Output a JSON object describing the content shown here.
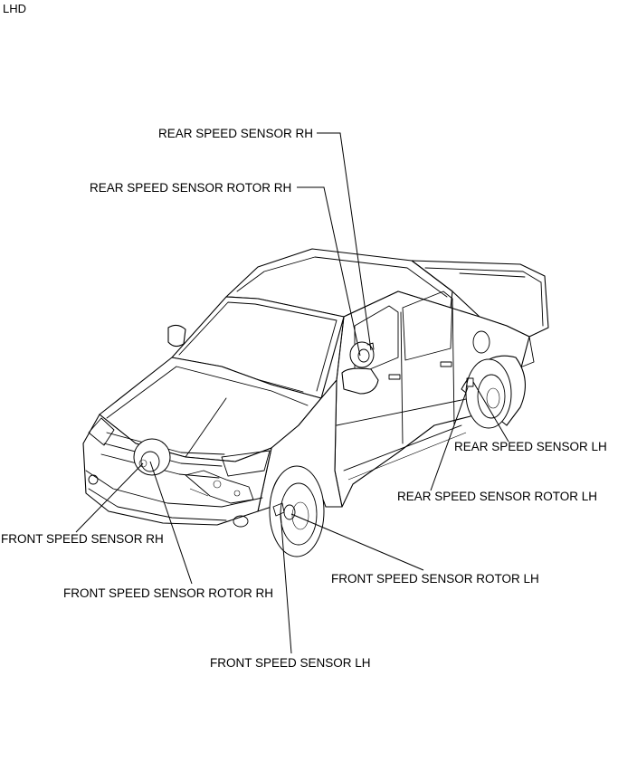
{
  "header": {
    "corner_label": "LHD"
  },
  "callouts": {
    "rear_speed_sensor_rh": "REAR SPEED SENSOR RH",
    "rear_speed_sensor_rotor_rh": "REAR SPEED SENSOR ROTOR RH",
    "rear_speed_sensor_lh": "REAR SPEED SENSOR LH",
    "rear_speed_sensor_rotor_lh": "REAR SPEED SENSOR ROTOR LH",
    "front_speed_sensor_rh": "FRONT SPEED SENSOR RH",
    "front_speed_sensor_rotor_rh": "FRONT SPEED SENSOR ROTOR RH",
    "front_speed_sensor_rotor_lh": "FRONT SPEED SENSOR ROTOR LH",
    "front_speed_sensor_lh": "FRONT SPEED SENSOR LH"
  }
}
